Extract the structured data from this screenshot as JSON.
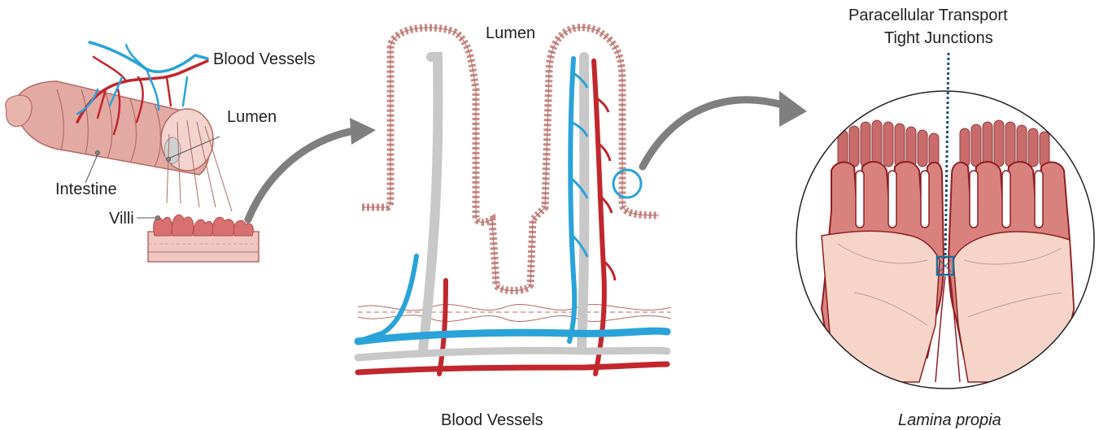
{
  "labels": {
    "blood_vessels_top": "Blood Vessels",
    "lumen_left": "Lumen",
    "intestine": "Intestine",
    "villi": "Villi",
    "lumen_middle": "Lumen",
    "blood_vessels_bottom": "Blood Vessels",
    "paracellular_transport": "Paracellular Transport",
    "tight_junctions": "Tight Junctions",
    "lamina_propia": "Lamina propia"
  },
  "colors": {
    "artery": "#c1272d",
    "vein": "#29a3d9",
    "lymph": "#c8c8c8",
    "tissue": "#e9b8b0",
    "tissue_dark": "#c96b6b",
    "arrow": "#7f7f7f",
    "highlight": "#1c6e9e"
  }
}
